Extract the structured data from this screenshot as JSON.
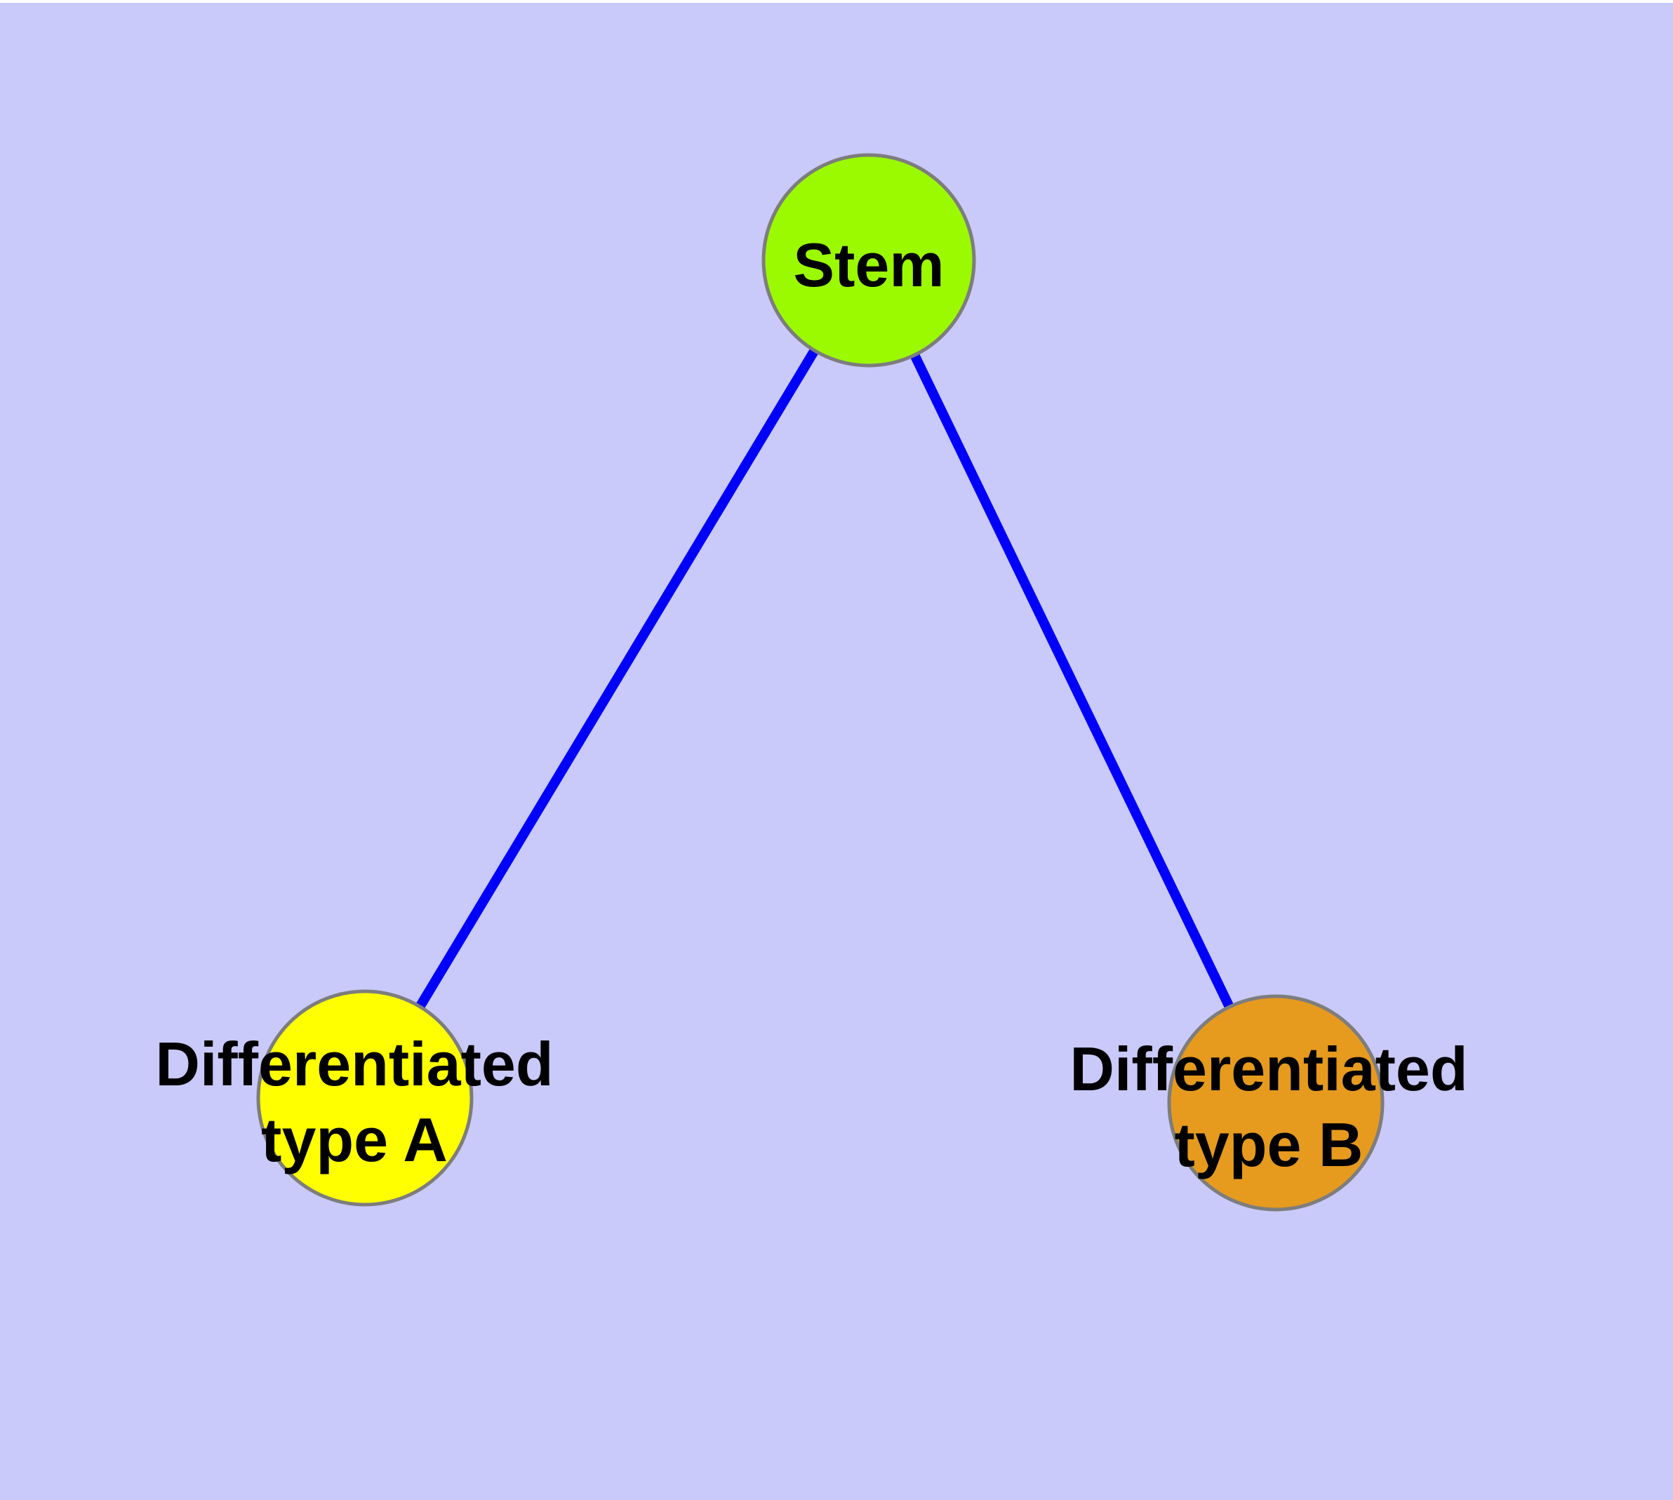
{
  "diagram": {
    "background_color": "#C9C9FA",
    "top_margin_color": "#FFFFFF",
    "edge_color": "#0000FA",
    "node_border_color": "#7D7D7D",
    "label_color": "#000000",
    "nodes": [
      {
        "id": "stem",
        "lines": [
          "Stem"
        ],
        "fill": "#9BFA00"
      },
      {
        "id": "type-a",
        "lines": [
          "Differentiated",
          "type A"
        ],
        "fill": "#FFFF00"
      },
      {
        "id": "type-b",
        "lines": [
          "Differentiated",
          "type B"
        ],
        "fill": "#E69A1E"
      }
    ],
    "edges": [
      {
        "from": "stem",
        "to": "type-a"
      },
      {
        "from": "stem",
        "to": "type-b"
      }
    ]
  }
}
